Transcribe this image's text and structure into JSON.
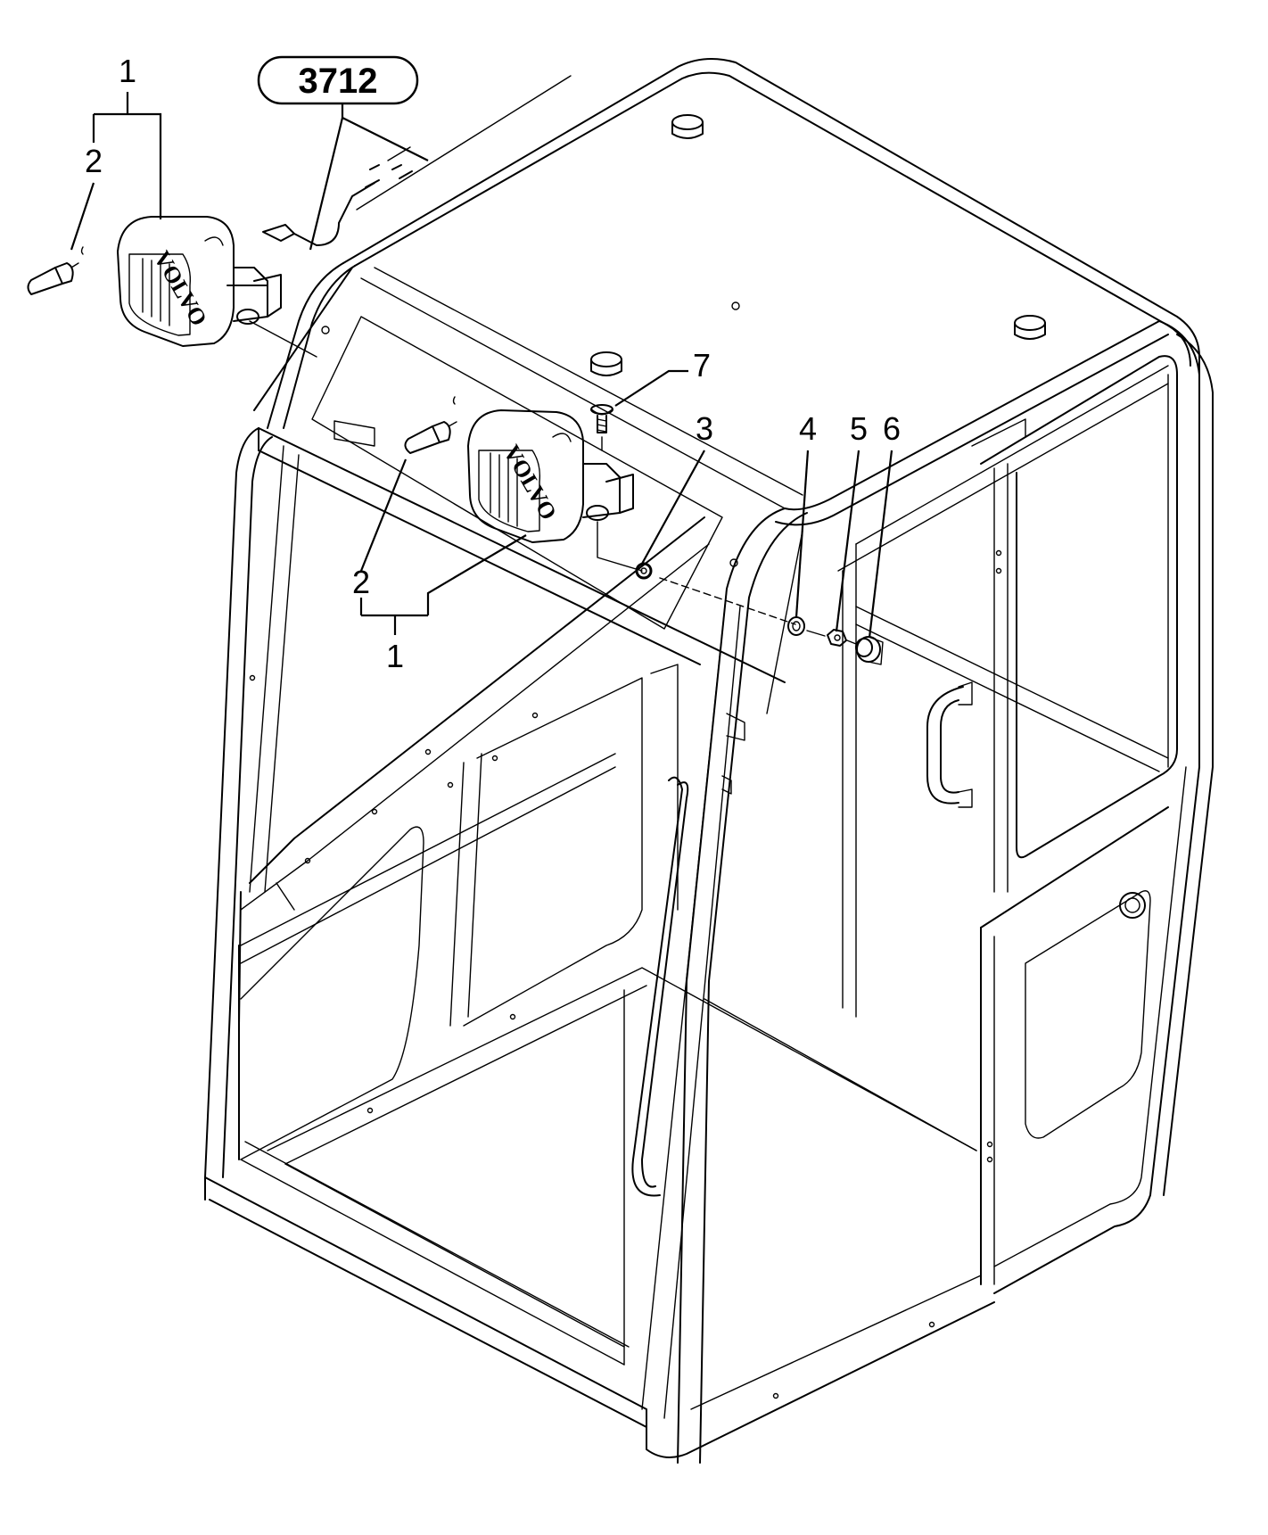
{
  "reference_badge": "3712",
  "brand": "VOLVO",
  "callouts": [
    {
      "id": "c1_top",
      "label": "1"
    },
    {
      "id": "c2_top",
      "label": "2"
    },
    {
      "id": "c7",
      "label": "7"
    },
    {
      "id": "c3",
      "label": "3"
    },
    {
      "id": "c4",
      "label": "4"
    },
    {
      "id": "c5",
      "label": "5"
    },
    {
      "id": "c6",
      "label": "6"
    },
    {
      "id": "c2_mid",
      "label": "2"
    },
    {
      "id": "c1_mid",
      "label": "1"
    }
  ]
}
